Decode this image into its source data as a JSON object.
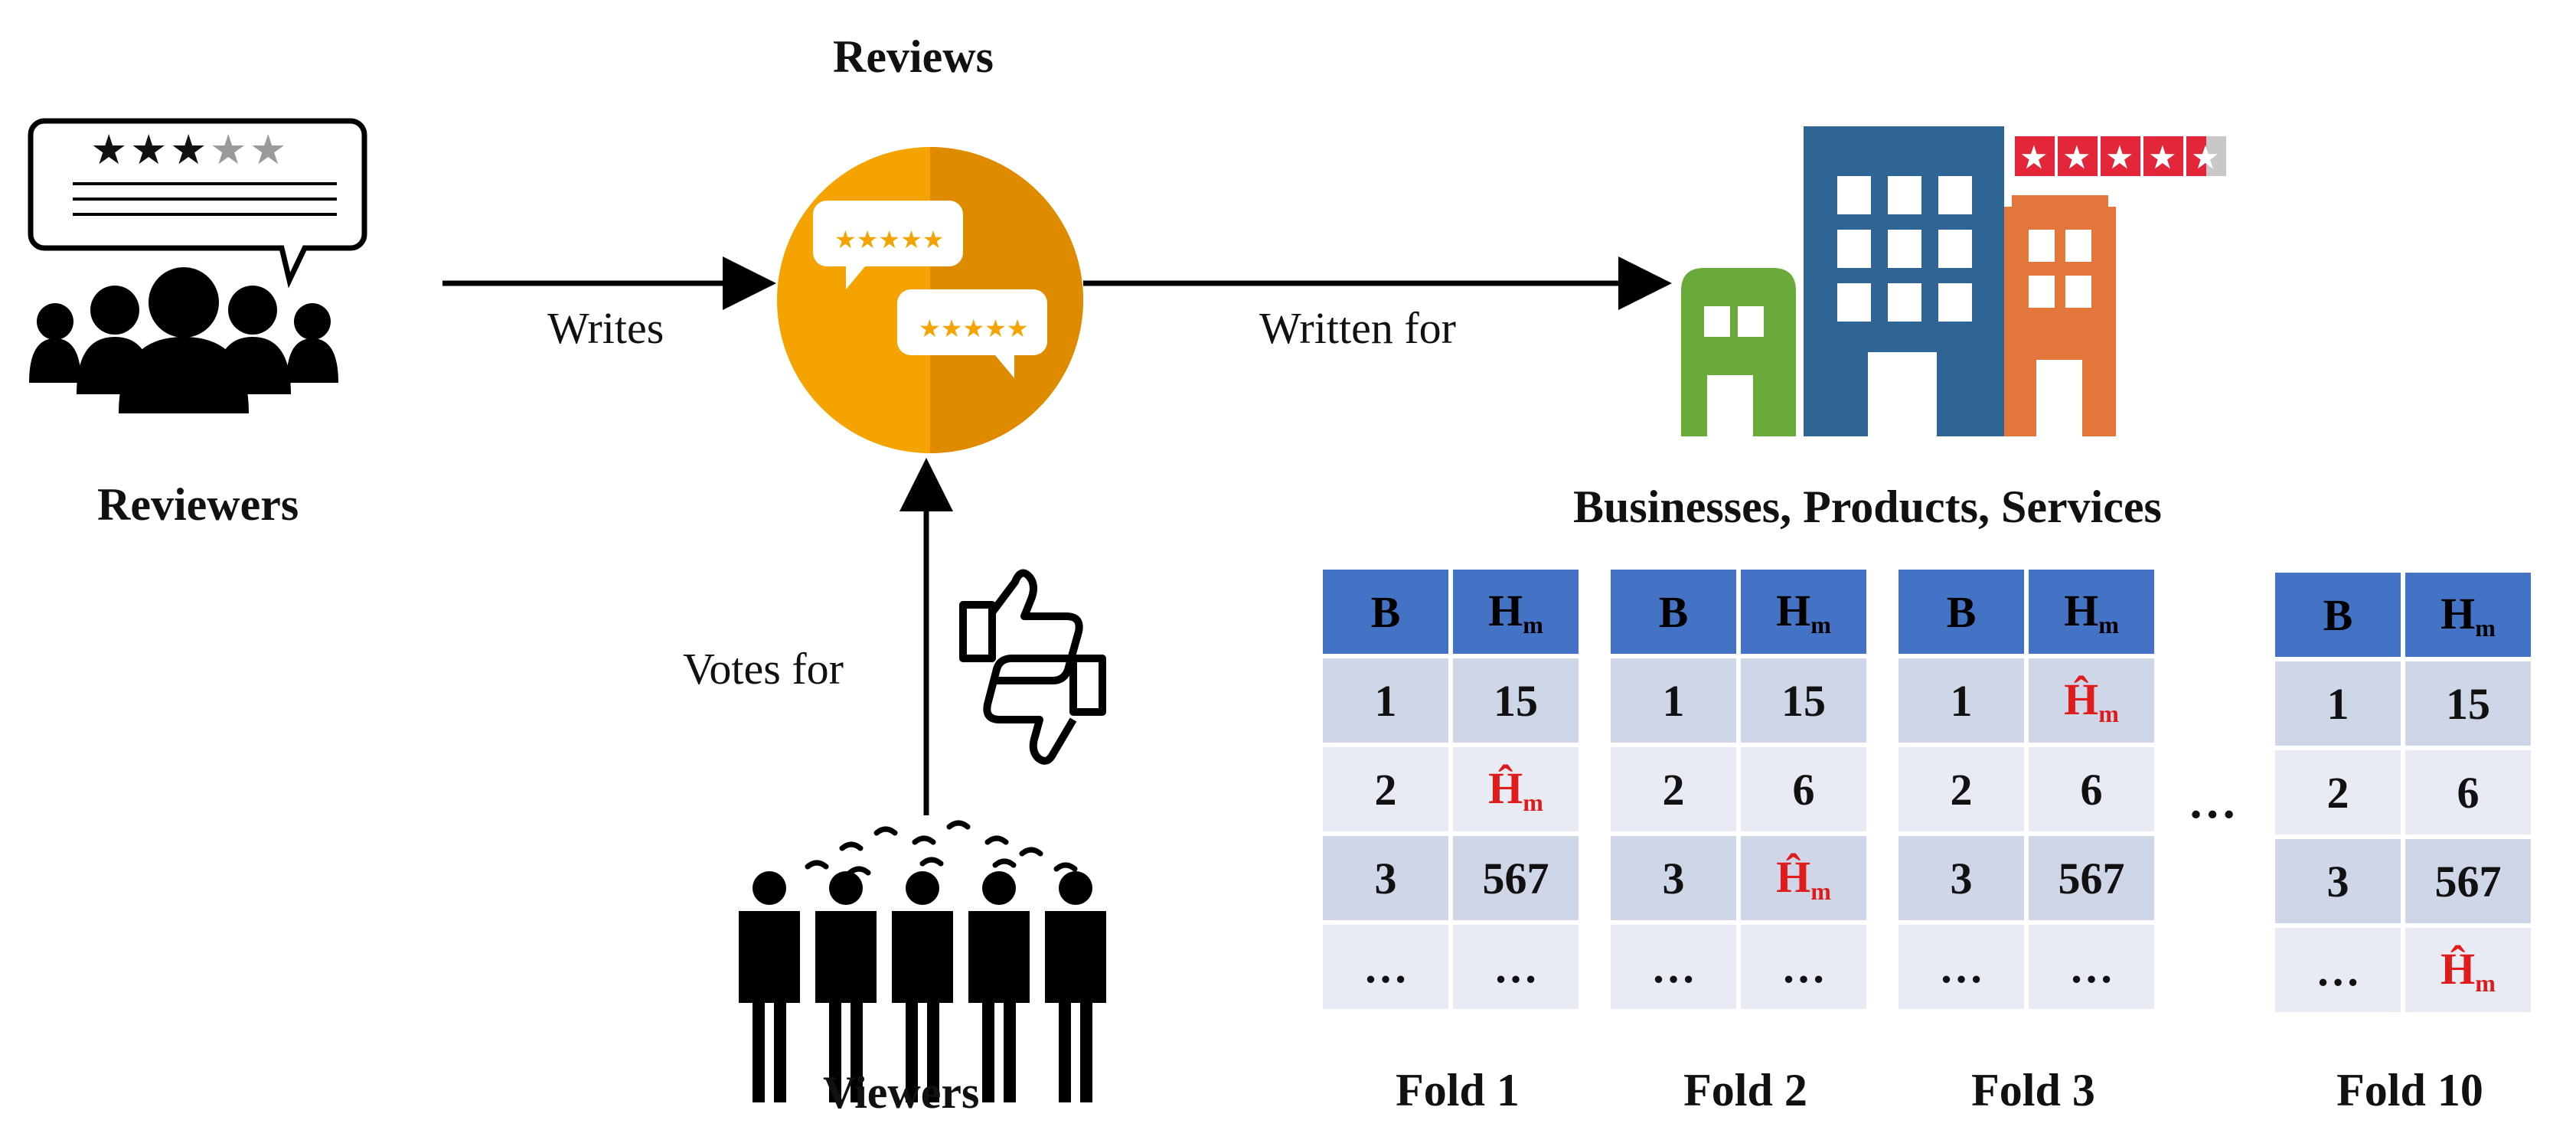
{
  "nodes": {
    "reviewers": "Reviewers",
    "reviews": "Reviews",
    "viewers": "Viewers",
    "targets": "Businesses, Products, Services"
  },
  "edges": {
    "writes": "Writes",
    "written_for": "Written for",
    "votes_for": "Votes for"
  },
  "table": {
    "col_b": "B",
    "col_h": "H",
    "col_h_sub": "m",
    "missing_mark": "Ĥ",
    "ellipsis": "…",
    "between_folds": "…"
  },
  "folds": [
    {
      "title": "Fold 1",
      "rows": [
        {
          "b": "1",
          "h": "15",
          "missing": false
        },
        {
          "b": "2",
          "h": "",
          "missing": true
        },
        {
          "b": "3",
          "h": "567",
          "missing": false
        },
        {
          "b": "…",
          "h": "…",
          "missing": false
        }
      ]
    },
    {
      "title": "Fold 2",
      "rows": [
        {
          "b": "1",
          "h": "15",
          "missing": false
        },
        {
          "b": "2",
          "h": "6",
          "missing": false
        },
        {
          "b": "3",
          "h": "",
          "missing": true
        },
        {
          "b": "…",
          "h": "…",
          "missing": false
        }
      ]
    },
    {
      "title": "Fold 3",
      "rows": [
        {
          "b": "1",
          "h": "",
          "missing": true
        },
        {
          "b": "2",
          "h": "6",
          "missing": false
        },
        {
          "b": "3",
          "h": "567",
          "missing": false
        },
        {
          "b": "…",
          "h": "…",
          "missing": false
        }
      ]
    },
    {
      "title": "Fold 10",
      "rows": [
        {
          "b": "1",
          "h": "15",
          "missing": false
        },
        {
          "b": "2",
          "h": "6",
          "missing": false
        },
        {
          "b": "3",
          "h": "567",
          "missing": false
        },
        {
          "b": "…",
          "h": "",
          "missing": true
        }
      ]
    }
  ],
  "colors": {
    "review_circle": "#f5a300",
    "table_header": "#4472c4",
    "table_row_dark": "#cfd6e8",
    "table_row_light": "#e8ebf4",
    "missing_value": "#e01b1b",
    "building_blue": "#2e6594",
    "building_green": "#6aaa3a",
    "building_orange": "#e3763a",
    "rating_red": "#e3263a"
  },
  "icons": [
    "reviewers-group-icon",
    "reviews-bubbles-icon",
    "viewers-group-icon",
    "thumbs-up-icon",
    "thumbs-down-icon",
    "buildings-icon",
    "star-rating-icon"
  ]
}
